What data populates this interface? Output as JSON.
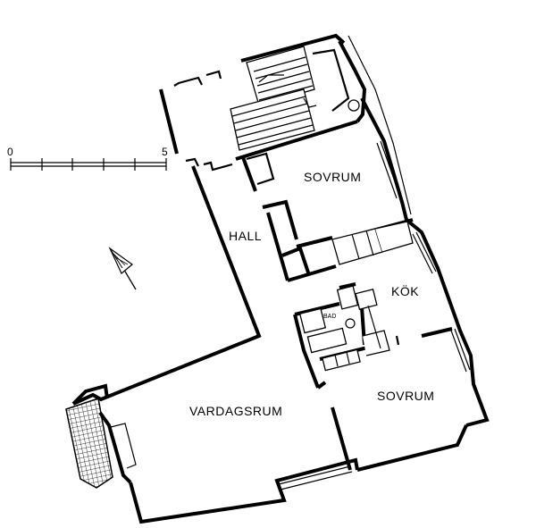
{
  "rooms": {
    "bedroom_top": "SOVRUM",
    "hall": "HALL",
    "kitchen": "KÖK",
    "bath": "BAD",
    "living_room": "VARDAGSRUM",
    "bedroom_bottom": "SOVRUM"
  },
  "scale_bar": {
    "start_label": "0",
    "end_label": "5"
  },
  "colors": {
    "line": "#000000",
    "background": "#ffffff"
  },
  "icons": {
    "north_arrow": "north-arrow-icon"
  }
}
